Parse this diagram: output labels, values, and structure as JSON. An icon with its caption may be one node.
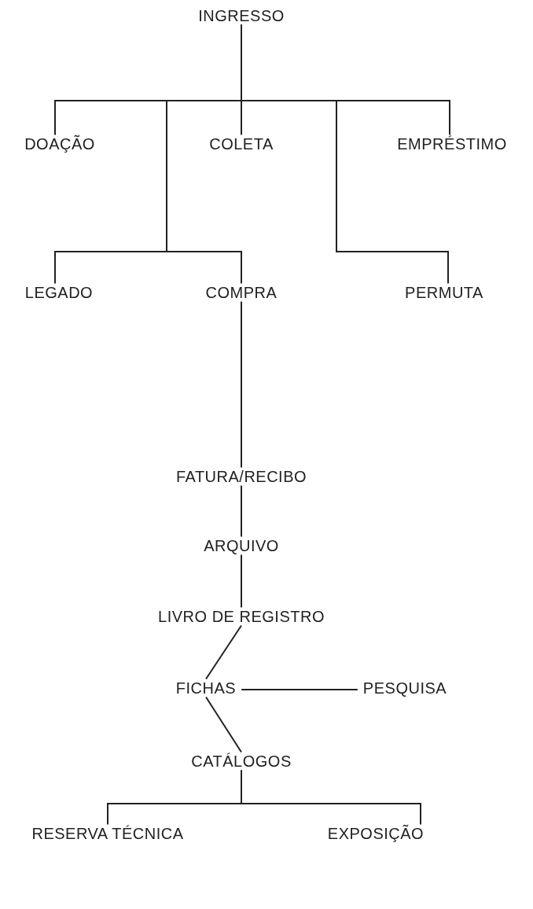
{
  "diagram": {
    "nodes": [
      {
        "text": [
          "INGRESSO"
        ]
      },
      {
        "text": [
          "DOAÇÃO"
        ]
      },
      {
        "text": [
          "COLETA"
        ]
      },
      {
        "text": [
          "EMPRÉSTIMO"
        ]
      },
      {
        "text": [
          "LEGADO"
        ]
      },
      {
        "text": [
          "COMPRA"
        ]
      },
      {
        "text": [
          "PERMUTA"
        ]
      },
      {
        "text": [
          "FATURA/RECIBO"
        ]
      },
      {
        "text": [
          "ARQUIVO"
        ]
      },
      {
        "text": [
          "LIVRO DE REGISTRO"
        ]
      },
      {
        "text": [
          "FICHAS"
        ]
      },
      {
        "text": [
          "PESQUISA"
        ]
      },
      {
        "text": [
          "CATÁLOGOS"
        ]
      },
      {
        "text": [
          "RESERVA TÉCNICA"
        ]
      },
      {
        "text": [
          "EXPOSIÇÃO"
        ]
      }
    ],
    "edges": [
      {
        "from": 0,
        "to": 1,
        "arrow": "none"
      },
      {
        "from": 0,
        "to": 2,
        "arrow": "none"
      },
      {
        "from": 0,
        "to": 3,
        "arrow": "none"
      },
      {
        "from": 0,
        "to": 4,
        "arrow": "none"
      },
      {
        "from": 0,
        "to": 5,
        "arrow": "none"
      },
      {
        "from": 0,
        "to": 6,
        "arrow": "none"
      },
      {
        "from": 5,
        "to": 7,
        "arrow": "none"
      },
      {
        "from": 7,
        "to": 8,
        "arrow": "none"
      },
      {
        "from": 8,
        "to": 9,
        "arrow": "none"
      },
      {
        "from": 9,
        "to": 10,
        "arrow": "none"
      },
      {
        "from": 10,
        "to": 11,
        "arrow": "none"
      },
      {
        "from": 10,
        "to": 12,
        "arrow": "none"
      },
      {
        "from": 12,
        "to": 13,
        "arrow": "none"
      },
      {
        "from": 12,
        "to": 14,
        "arrow": "none"
      }
    ]
  }
}
